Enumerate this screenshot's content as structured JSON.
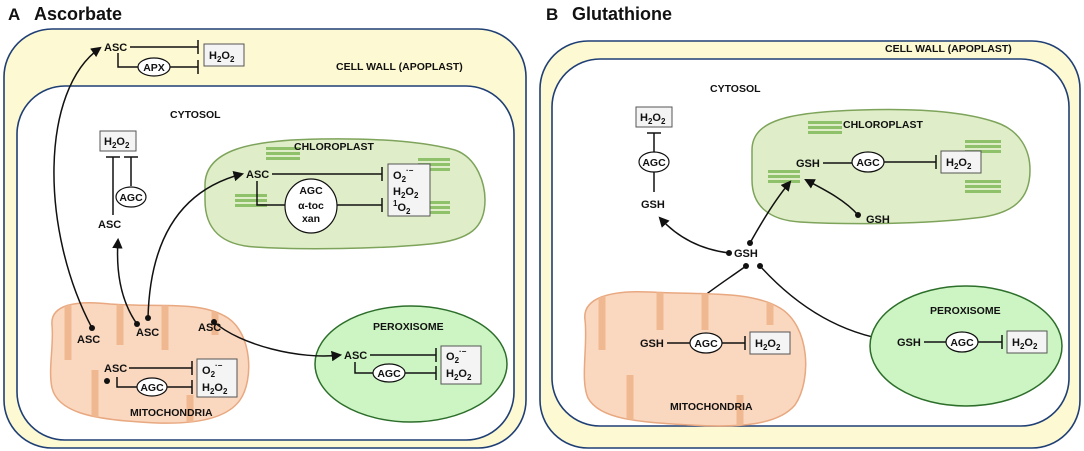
{
  "panel_a": {
    "letter": "A",
    "title": "Ascorbate",
    "cell_wall": "CELL WALL (APOPLAST)",
    "cytosol": "CYTOSOL",
    "chloroplast": "CHLOROPLAST",
    "peroxisome": "PEROXISOME",
    "mitochondria": "MITOCHONDRIA",
    "asc": "ASC",
    "apx": "APX",
    "agc": "AGC",
    "alpha_toc": "α-toc",
    "xan": "xan",
    "h2o2_main": "H",
    "h2o2_sub": "2",
    "h2o2_o": "O",
    "h2o2_sub2": "2",
    "superoxide": "O",
    "superoxide_sub": "2",
    "superoxide_sup": "·−",
    "singlet_sup": "1",
    "singlet_o": "O",
    "singlet_sub": "2"
  },
  "panel_b": {
    "letter": "B",
    "title": "Glutathione",
    "cell_wall": "CELL WALL (APOPLAST)",
    "cytosol": "CYTOSOL",
    "chloroplast": "CHLOROPLAST",
    "peroxisome": "PEROXISOME",
    "mitochondria": "MITOCHONDRIA",
    "gsh": "GSH",
    "agc": "AGC"
  },
  "colors": {
    "cell_wall_fill": "#fdf9d2",
    "cell_wall_stroke": "#1f3f75",
    "chloroplast_fill": "#dfeec8",
    "chloroplast_stroke": "#7ea35b",
    "thylakoid": "#8fc06a",
    "mito_fill": "#fad7bf",
    "mito_stroke": "#e8a880",
    "peroxisome_fill": "#cdf5c4",
    "peroxisome_stroke": "#2c6e2a"
  }
}
